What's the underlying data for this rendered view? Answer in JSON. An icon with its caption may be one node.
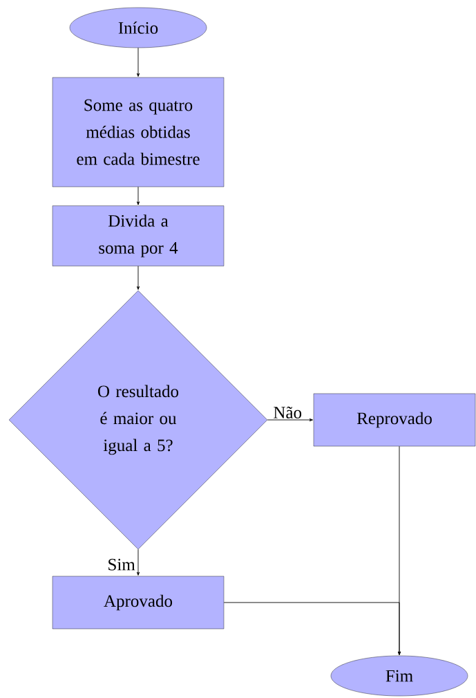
{
  "diagram": {
    "nodes": [
      {
        "text": [
          "Início"
        ]
      },
      {
        "text": [
          "Some as quatro médias obtidas em cada bimestre"
        ]
      },
      {
        "text": [
          "Divida a soma por 4"
        ]
      },
      {
        "text": [
          "O resultado é maior ou igual a 5?"
        ]
      },
      {
        "text": [
          "Reprovado"
        ]
      },
      {
        "text": [
          "Aprovado"
        ]
      },
      {
        "text": [
          "Fim"
        ]
      }
    ],
    "edges": [
      {
        "from": 0,
        "to": 1,
        "arrow": "to"
      },
      {
        "from": 1,
        "to": 2,
        "arrow": "to"
      },
      {
        "from": 2,
        "to": 3,
        "arrow": "to"
      },
      {
        "from": 3,
        "to": 4,
        "arrow": "to",
        "label": "Não"
      },
      {
        "from": 3,
        "to": 5,
        "arrow": "to",
        "label": "Sim"
      },
      {
        "from": 4,
        "to": 6,
        "arrow": "to"
      },
      {
        "from": 5,
        "to": 6,
        "arrow": "to"
      }
    ]
  }
}
